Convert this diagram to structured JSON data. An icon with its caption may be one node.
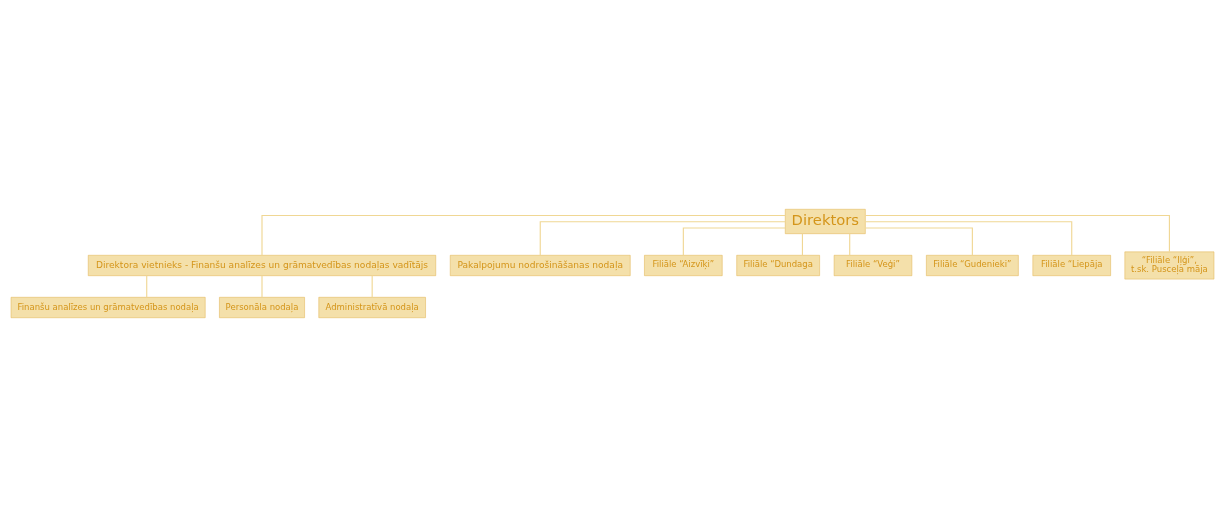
{
  "diagram": {
    "nodes": [
      {
        "text": [
          "Direktors"
        ]
      },
      {
        "text": [
          "Direktora vietnieks - Finanšu analīzes un grāmatvedības nodaļas vadītājs"
        ]
      },
      {
        "text": [
          "Pakalpojumu nodrošināšanas nodaļa"
        ]
      },
      {
        "text": [
          "Finanšu analīzes un grāmatvedības nodaļa"
        ]
      },
      {
        "text": [
          "Personāla nodaļa"
        ]
      },
      {
        "text": [
          "Administratīvā nodaļa"
        ]
      },
      {
        "text": [
          "Filiāle “Aizvīķi”"
        ]
      },
      {
        "text": [
          "Filiāle “Dundaga"
        ]
      },
      {
        "text": [
          "Filiāle “Veģi”"
        ]
      },
      {
        "text": [
          "Filiāle “Gudenieki”"
        ]
      },
      {
        "text": [
          "Filiāle “Liepāja"
        ]
      },
      {
        "text": [
          "“Filiāle “Iļģi”,",
          "t.sk. Pusceļa māja"
        ]
      }
    ],
    "edges": [
      {
        "from": 0,
        "to": 1,
        "arrow": "none"
      },
      {
        "from": 0,
        "to": 2,
        "arrow": "none"
      },
      {
        "from": 1,
        "to": 3,
        "arrow": "none"
      },
      {
        "from": 1,
        "to": 4,
        "arrow": "none"
      },
      {
        "from": 1,
        "to": 5,
        "arrow": "none"
      },
      {
        "from": 0,
        "to": 6,
        "arrow": "none"
      },
      {
        "from": 0,
        "to": 7,
        "arrow": "none"
      },
      {
        "from": 0,
        "to": 8,
        "arrow": "none"
      },
      {
        "from": 0,
        "to": 9,
        "arrow": "none"
      },
      {
        "from": 0,
        "to": 10,
        "arrow": "none"
      },
      {
        "from": 0,
        "to": 11,
        "arrow": "none"
      }
    ]
  }
}
